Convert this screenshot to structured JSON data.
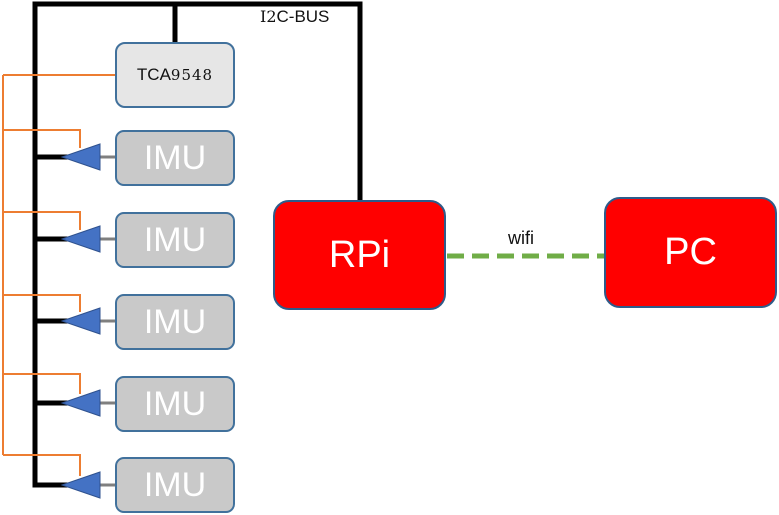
{
  "bus": {
    "label_prefix": "I2",
    "label_suffix": "C-BUS"
  },
  "mux": {
    "label_letters": "TCA",
    "label_digits": "9548"
  },
  "imus": [
    {
      "label": "IMU"
    },
    {
      "label": "IMU"
    },
    {
      "label": "IMU"
    },
    {
      "label": "IMU"
    },
    {
      "label": "IMU"
    }
  ],
  "rpi": {
    "label": "RPi"
  },
  "pc": {
    "label": "PC"
  },
  "link": {
    "label": "wifi"
  },
  "colors": {
    "bus": "#000000",
    "select_lines": "#ed7d31",
    "buffer": "#4472c4",
    "wifi_link": "#70ad47",
    "node_red": "#ff0000",
    "imu_fill": "#c9c9c9",
    "mux_fill": "#e6e6e6"
  }
}
